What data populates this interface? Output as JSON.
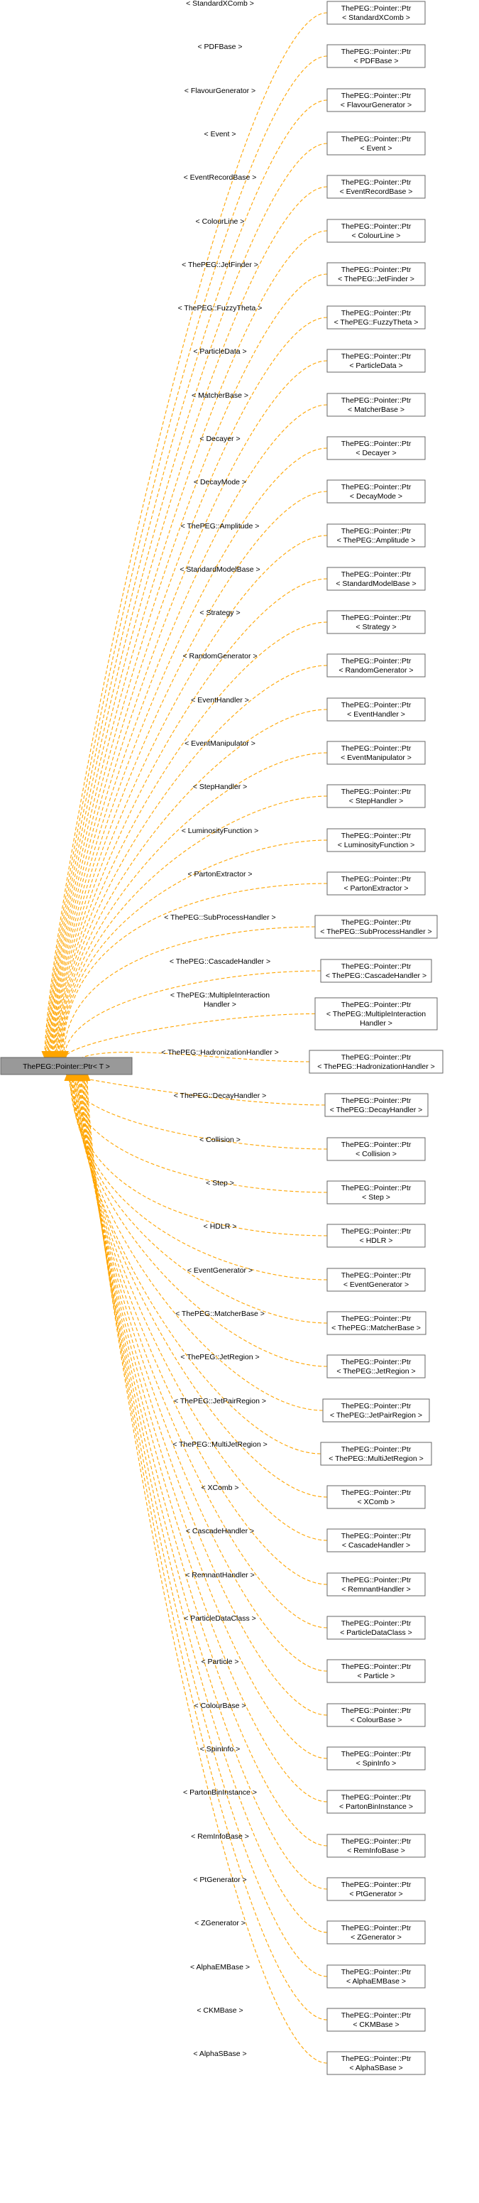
{
  "base_node": {
    "label": "ThePEG::Pointer::Ptr< T >"
  },
  "edge_color": "#FFA500",
  "nodes": [
    {
      "edge_label": [
        "< StandardXComb >"
      ],
      "lines": [
        "ThePEG::Pointer::Ptr",
        "< StandardXComb >"
      ]
    },
    {
      "edge_label": [
        "< PDFBase >"
      ],
      "lines": [
        "ThePEG::Pointer::Ptr",
        "< PDFBase >"
      ]
    },
    {
      "edge_label": [
        "< FlavourGenerator >"
      ],
      "lines": [
        "ThePEG::Pointer::Ptr",
        "< FlavourGenerator >"
      ]
    },
    {
      "edge_label": [
        "< Event >"
      ],
      "lines": [
        "ThePEG::Pointer::Ptr",
        "< Event >"
      ]
    },
    {
      "edge_label": [
        "< EventRecordBase >"
      ],
      "lines": [
        "ThePEG::Pointer::Ptr",
        "< EventRecordBase >"
      ]
    },
    {
      "edge_label": [
        "< ColourLine >"
      ],
      "lines": [
        "ThePEG::Pointer::Ptr",
        "< ColourLine >"
      ]
    },
    {
      "edge_label": [
        "< ThePEG::JetFinder >"
      ],
      "lines": [
        "ThePEG::Pointer::Ptr",
        "< ThePEG::JetFinder >"
      ]
    },
    {
      "edge_label": [
        "< ThePEG::FuzzyTheta >"
      ],
      "lines": [
        "ThePEG::Pointer::Ptr",
        "< ThePEG::FuzzyTheta >"
      ]
    },
    {
      "edge_label": [
        "< ParticleData >"
      ],
      "lines": [
        "ThePEG::Pointer::Ptr",
        "< ParticleData >"
      ]
    },
    {
      "edge_label": [
        "< MatcherBase >"
      ],
      "lines": [
        "ThePEG::Pointer::Ptr",
        "< MatcherBase >"
      ]
    },
    {
      "edge_label": [
        "< Decayer >"
      ],
      "lines": [
        "ThePEG::Pointer::Ptr",
        "< Decayer >"
      ]
    },
    {
      "edge_label": [
        "< DecayMode >"
      ],
      "lines": [
        "ThePEG::Pointer::Ptr",
        "< DecayMode >"
      ]
    },
    {
      "edge_label": [
        "< ThePEG::Amplitude >"
      ],
      "lines": [
        "ThePEG::Pointer::Ptr",
        "< ThePEG::Amplitude >"
      ]
    },
    {
      "edge_label": [
        "< StandardModelBase >"
      ],
      "lines": [
        "ThePEG::Pointer::Ptr",
        "< StandardModelBase >"
      ]
    },
    {
      "edge_label": [
        "< Strategy >"
      ],
      "lines": [
        "ThePEG::Pointer::Ptr",
        "< Strategy >"
      ]
    },
    {
      "edge_label": [
        "< RandomGenerator >"
      ],
      "lines": [
        "ThePEG::Pointer::Ptr",
        "< RandomGenerator >"
      ]
    },
    {
      "edge_label": [
        "< EventHandler >"
      ],
      "lines": [
        "ThePEG::Pointer::Ptr",
        "< EventHandler >"
      ]
    },
    {
      "edge_label": [
        "< EventManipulator >"
      ],
      "lines": [
        "ThePEG::Pointer::Ptr",
        "< EventManipulator >"
      ]
    },
    {
      "edge_label": [
        "< StepHandler >"
      ],
      "lines": [
        "ThePEG::Pointer::Ptr",
        "< StepHandler >"
      ]
    },
    {
      "edge_label": [
        "< LuminosityFunction >"
      ],
      "lines": [
        "ThePEG::Pointer::Ptr",
        "< LuminosityFunction >"
      ]
    },
    {
      "edge_label": [
        "< PartonExtractor >"
      ],
      "lines": [
        "ThePEG::Pointer::Ptr",
        "< PartonExtractor >"
      ]
    },
    {
      "edge_label": [
        "< ThePEG::SubProcessHandler >"
      ],
      "lines": [
        "ThePEG::Pointer::Ptr",
        "< ThePEG::SubProcessHandler >"
      ]
    },
    {
      "edge_label": [
        "< ThePEG::CascadeHandler >"
      ],
      "lines": [
        "ThePEG::Pointer::Ptr",
        "< ThePEG::CascadeHandler >"
      ]
    },
    {
      "edge_label": [
        "< ThePEG::MultipleInteraction",
        "Handler >"
      ],
      "lines": [
        "ThePEG::Pointer::Ptr",
        "< ThePEG::MultipleInteraction",
        "Handler >"
      ]
    },
    {
      "edge_label": [
        "< ThePEG::HadronizationHandler >"
      ],
      "lines": [
        "ThePEG::Pointer::Ptr",
        "< ThePEG::HadronizationHandler >"
      ]
    },
    {
      "edge_label": [
        "< ThePEG::DecayHandler >"
      ],
      "lines": [
        "ThePEG::Pointer::Ptr",
        "< ThePEG::DecayHandler >"
      ]
    },
    {
      "edge_label": [
        "< Collision >"
      ],
      "lines": [
        "ThePEG::Pointer::Ptr",
        "< Collision >"
      ]
    },
    {
      "edge_label": [
        "< Step >"
      ],
      "lines": [
        "ThePEG::Pointer::Ptr",
        "< Step >"
      ]
    },
    {
      "edge_label": [
        "< HDLR >"
      ],
      "lines": [
        "ThePEG::Pointer::Ptr",
        "< HDLR >"
      ]
    },
    {
      "edge_label": [
        "< EventGenerator >"
      ],
      "lines": [
        "ThePEG::Pointer::Ptr",
        "< EventGenerator >"
      ]
    },
    {
      "edge_label": [
        "< ThePEG::MatcherBase >"
      ],
      "lines": [
        "ThePEG::Pointer::Ptr",
        "< ThePEG::MatcherBase >"
      ]
    },
    {
      "edge_label": [
        "< ThePEG::JetRegion >"
      ],
      "lines": [
        "ThePEG::Pointer::Ptr",
        "< ThePEG::JetRegion >"
      ]
    },
    {
      "edge_label": [
        "< ThePEG::JetPairRegion >"
      ],
      "lines": [
        "ThePEG::Pointer::Ptr",
        "< ThePEG::JetPairRegion >"
      ]
    },
    {
      "edge_label": [
        "< ThePEG::MultiJetRegion >"
      ],
      "lines": [
        "ThePEG::Pointer::Ptr",
        "< ThePEG::MultiJetRegion >"
      ]
    },
    {
      "edge_label": [
        "< XComb >"
      ],
      "lines": [
        "ThePEG::Pointer::Ptr",
        "< XComb >"
      ]
    },
    {
      "edge_label": [
        "< CascadeHandler >"
      ],
      "lines": [
        "ThePEG::Pointer::Ptr",
        "< CascadeHandler >"
      ]
    },
    {
      "edge_label": [
        "< RemnantHandler >"
      ],
      "lines": [
        "ThePEG::Pointer::Ptr",
        "< RemnantHandler >"
      ]
    },
    {
      "edge_label": [
        "< ParticleDataClass >"
      ],
      "lines": [
        "ThePEG::Pointer::Ptr",
        "< ParticleDataClass >"
      ]
    },
    {
      "edge_label": [
        "< Particle >"
      ],
      "lines": [
        "ThePEG::Pointer::Ptr",
        "< Particle >"
      ]
    },
    {
      "edge_label": [
        "< ColourBase >"
      ],
      "lines": [
        "ThePEG::Pointer::Ptr",
        "< ColourBase >"
      ]
    },
    {
      "edge_label": [
        "< SpinInfo >"
      ],
      "lines": [
        "ThePEG::Pointer::Ptr",
        "< SpinInfo >"
      ]
    },
    {
      "edge_label": [
        "< PartonBinInstance >"
      ],
      "lines": [
        "ThePEG::Pointer::Ptr",
        "< PartonBinInstance >"
      ]
    },
    {
      "edge_label": [
        "< RemInfoBase >"
      ],
      "lines": [
        "ThePEG::Pointer::Ptr",
        "< RemInfoBase >"
      ]
    },
    {
      "edge_label": [
        "< PtGenerator >"
      ],
      "lines": [
        "ThePEG::Pointer::Ptr",
        "< PtGenerator >"
      ]
    },
    {
      "edge_label": [
        "< ZGenerator >"
      ],
      "lines": [
        "ThePEG::Pointer::Ptr",
        "< ZGenerator >"
      ]
    },
    {
      "edge_label": [
        "< AlphaEMBase >"
      ],
      "lines": [
        "ThePEG::Pointer::Ptr",
        "< AlphaEMBase >"
      ]
    },
    {
      "edge_label": [
        "< CKMBase >"
      ],
      "lines": [
        "ThePEG::Pointer::Ptr",
        "< CKMBase >"
      ]
    },
    {
      "edge_label": [
        "< AlphaSBase >"
      ],
      "lines": [
        "ThePEG::Pointer::Ptr",
        "< AlphaSBase >"
      ]
    }
  ]
}
